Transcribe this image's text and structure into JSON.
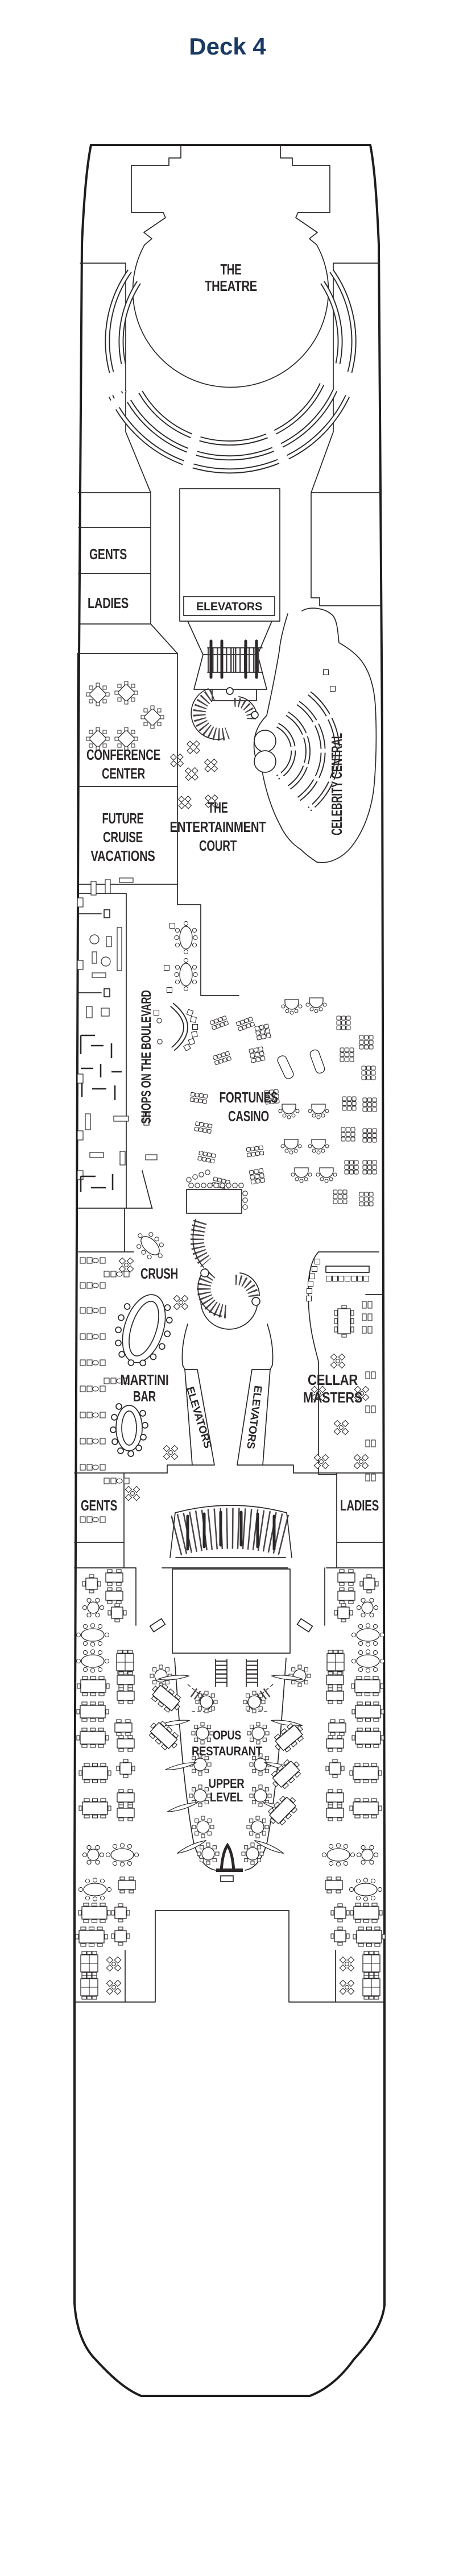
{
  "page": {
    "title": "Deck 4",
    "title_color": "#1b3a63",
    "ink_color": "#2b2728",
    "background": "#ffffff"
  },
  "areas": {
    "theatre": [
      "THE",
      "THEATRE"
    ],
    "gents_forward": "GENTS",
    "ladies_forward": "LADIES",
    "elevators_forward": "ELEVATORS",
    "conference_center": [
      "CONFERENCE",
      "CENTER"
    ],
    "future_cruise_vacations": [
      "FUTURE",
      "CRUISE",
      "VACATIONS"
    ],
    "entertainment_court": [
      "THE",
      "ENTERTAINMENT",
      "COURT"
    ],
    "celebrity_central": "CELEBRITY CENTRAL",
    "shops_on_the_boulevard": "SHOPS ON THE BOULEVARD",
    "fortunes_casino": [
      "FORTUNES",
      "CASINO"
    ],
    "crush": "CRUSH",
    "martini_bar": [
      "MARTINI",
      "BAR"
    ],
    "cellar_masters": [
      "CELLAR",
      "MASTERS"
    ],
    "elevators_mid_left": "ELEVATORS",
    "elevators_mid_right": "ELEVATORS",
    "gents_mid": "GENTS",
    "ladies_mid": "LADIES",
    "opus_restaurant": [
      "OPUS",
      "RESTAURANT",
      "UPPER",
      "LEVEL"
    ]
  },
  "furniture": {
    "items": [
      [
        "conf8",
        172,
        1222
      ],
      [
        "conf8",
        222,
        1219
      ],
      [
        "conf8",
        268,
        1262
      ],
      [
        "conf8",
        172,
        1300
      ],
      [
        "conf8",
        222,
        1300
      ],
      [
        "xflower",
        340,
        1315
      ],
      [
        "xflower",
        311,
        1338
      ],
      [
        "xflower",
        371,
        1347
      ],
      [
        "xflower",
        337,
        1362
      ],
      [
        "xflower",
        325,
        1412
      ],
      [
        "xflower",
        372,
        1410
      ],
      [
        "t8oval",
        327,
        1650,
        90
      ],
      [
        "t8oval",
        327,
        1715,
        90
      ],
      [
        "t8oval",
        264,
        2192,
        45
      ],
      [
        "sq",
        303,
        1629
      ],
      [
        "sq",
        293,
        1703
      ],
      [
        "sq",
        298,
        1742
      ],
      [
        "sq",
        275,
        1782
      ],
      [
        "sq",
        573,
        1183
      ],
      [
        "sq",
        585,
        1212
      ],
      [
        "slots24",
        385,
        1800,
        -20
      ],
      [
        "slots24",
        431,
        1802,
        -20
      ],
      [
        "slots24",
        390,
        1862,
        -18
      ],
      [
        "slots24",
        349,
        1932,
        8
      ],
      [
        "slots24",
        357,
        1984,
        10
      ],
      [
        "slots24",
        363,
        2036,
        12
      ],
      [
        "slots24",
        388,
        2082,
        14
      ],
      [
        "slots24",
        448,
        2026,
        -8
      ],
      [
        "slots33",
        462,
        1816,
        -12
      ],
      [
        "slots33",
        452,
        1856,
        -12
      ],
      [
        "slots33",
        478,
        1930,
        -6
      ],
      [
        "slots33",
        452,
        2070,
        -10
      ],
      [
        "slots33",
        604,
        1800
      ],
      [
        "slots33",
        644,
        1834
      ],
      [
        "slots33",
        610,
        1856
      ],
      [
        "slots33",
        648,
        1888
      ],
      [
        "slots33",
        614,
        1942
      ],
      [
        "slots33",
        650,
        1944
      ],
      [
        "slots33",
        612,
        1996
      ],
      [
        "slots33",
        650,
        1998
      ],
      [
        "slots33",
        618,
        2054
      ],
      [
        "slots33",
        650,
        2054
      ],
      [
        "slots33",
        598,
        2106
      ],
      [
        "slots33",
        644,
        2110
      ],
      [
        "gametbl",
        513,
        1768
      ],
      [
        "gametbl",
        556,
        1765
      ],
      [
        "gametbl",
        508,
        1952
      ],
      [
        "gametbl",
        560,
        1952
      ],
      [
        "gametbl",
        512,
        2014
      ],
      [
        "gametbl",
        560,
        2014
      ],
      [
        "gametbl",
        530,
        2064
      ],
      [
        "gametbl",
        574,
        2064
      ],
      [
        "longtbl",
        502,
        1878,
        -25
      ],
      [
        "longtbl",
        558,
        1868,
        -20
      ],
      [
        "stool",
        336,
        2086
      ],
      [
        "stool",
        347,
        2086
      ],
      [
        "stool",
        358,
        2086
      ],
      [
        "stool",
        369,
        2086
      ],
      [
        "stool",
        380,
        2086
      ],
      [
        "stool",
        391,
        2086
      ],
      [
        "stool",
        402,
        2086
      ],
      [
        "stool",
        413,
        2086
      ],
      [
        "stool",
        424,
        2086
      ],
      [
        "stool",
        332,
        2076
      ],
      [
        "stool",
        343,
        2071
      ],
      [
        "stool",
        354,
        2067
      ],
      [
        "stool",
        365,
        2063
      ],
      [
        "stool",
        431,
        2100
      ],
      [
        "stool",
        431,
        2112
      ],
      [
        "stool",
        431,
        2124
      ],
      [
        "stool",
        280,
        1796
      ],
      [
        "stool",
        281,
        1833
      ],
      [
        "sq",
        334,
        1782,
        20
      ],
      [
        "sq",
        340,
        1794,
        10
      ],
      [
        "sq",
        343,
        1807
      ],
      [
        "sq",
        342,
        1820,
        -10
      ],
      [
        "sq",
        337,
        1833,
        -20
      ],
      [
        "sq",
        329,
        1843,
        -30
      ],
      [
        "sq",
        578,
        2250
      ],
      [
        "sq",
        589,
        2250
      ],
      [
        "sq",
        600,
        2250
      ],
      [
        "sq",
        611,
        2250
      ],
      [
        "sq",
        622,
        2250
      ],
      [
        "sq",
        633,
        2250
      ],
      [
        "sq",
        644,
        2250
      ],
      [
        "sq",
        558,
        2220
      ],
      [
        "sq",
        553,
        2233
      ],
      [
        "sq",
        549,
        2246
      ],
      [
        "sq",
        546,
        2259
      ],
      [
        "sq",
        544,
        2272
      ],
      [
        "sq",
        543,
        2285
      ],
      [
        "t2x2",
        222,
        2226
      ],
      [
        "t2x2",
        318,
        2292
      ],
      [
        "t2x2",
        233,
        2628
      ],
      [
        "t2x2",
        300,
        2556
      ],
      [
        "t2x2",
        594,
        2395
      ],
      [
        "t2x2",
        560,
        2452
      ],
      [
        "t2x2",
        636,
        2452
      ],
      [
        "t2x2",
        600,
        2512
      ],
      [
        "t2x2",
        565,
        2572
      ],
      [
        "t2x2",
        635,
        2572
      ],
      [
        "t2x2",
        200,
        3456
      ],
      [
        "t2x2",
        610,
        3456
      ],
      [
        "t2x2",
        200,
        3497
      ],
      [
        "t2x2",
        610,
        3497
      ],
      [
        "t8r",
        605,
        2325,
        90
      ],
      [
        "sofa",
        163,
        2218
      ],
      [
        "sofa",
        163,
        2262
      ],
      [
        "sofa",
        163,
        2306
      ],
      [
        "sofa",
        163,
        2352
      ],
      [
        "sofa",
        163,
        2398
      ],
      [
        "sofa",
        163,
        2444
      ],
      [
        "sofa",
        163,
        2490
      ],
      [
        "sofa",
        163,
        2536
      ],
      [
        "sofa",
        163,
        2582
      ],
      [
        "sofa",
        163,
        2674
      ],
      [
        "sofa",
        205,
        2242
      ],
      [
        "sofa",
        205,
        2430
      ],
      [
        "sofa",
        205,
        2606
      ],
      [
        "bench2",
        646,
        2296
      ],
      [
        "bench2",
        646,
        2318
      ],
      [
        "bench2",
        646,
        2340
      ],
      [
        "bench2",
        652,
        2420
      ],
      [
        "bench2",
        652,
        2480
      ],
      [
        "bench2",
        652,
        2540
      ],
      [
        "bench2",
        652,
        2600
      ],
      [
        "t8round",
        363,
        2995
      ],
      [
        "t8round",
        356,
        3050
      ],
      [
        "t8round",
        352,
        3105
      ],
      [
        "t8round",
        352,
        3160
      ],
      [
        "t8round",
        357,
        3215
      ],
      [
        "t8round",
        366,
        3262
      ],
      [
        "t8round",
        447,
        2995
      ],
      [
        "t8round",
        454,
        3050
      ],
      [
        "t8round",
        458,
        3105
      ],
      [
        "t8round",
        458,
        3160
      ],
      [
        "t8round",
        453,
        3215
      ],
      [
        "t8round",
        444,
        3262
      ],
      [
        "t8round",
        283,
        2949
      ],
      [
        "t8round",
        527,
        2949
      ],
      [
        "leaf",
        305,
        2952,
        -6
      ],
      [
        "leaf",
        306,
        3032,
        -9
      ],
      [
        "leaf",
        318,
        3108,
        -13
      ],
      [
        "leaf",
        321,
        3180,
        -17
      ],
      [
        "leaf",
        337,
        3250,
        -24
      ],
      [
        "leaf",
        505,
        2952,
        6
      ],
      [
        "leaf",
        504,
        3032,
        9
      ],
      [
        "leaf",
        492,
        3108,
        13
      ],
      [
        "leaf",
        489,
        3180,
        17
      ],
      [
        "leaf",
        473,
        3250,
        24
      ],
      [
        "t8r",
        508,
        3058,
        -40
      ],
      [
        "t8r",
        503,
        3122,
        -43
      ],
      [
        "t8r",
        497,
        3186,
        -46
      ],
      [
        "t8r",
        292,
        2988,
        40
      ],
      [
        "t8r",
        288,
        3054,
        43
      ],
      [
        "t4s",
        161,
        2787
      ],
      [
        "t4r",
        201,
        2776
      ],
      [
        "t4r",
        201,
        2808
      ],
      [
        "t6round",
        164,
        2829
      ],
      [
        "t4s",
        206,
        2838
      ],
      [
        "t8oval",
        163,
        2877
      ],
      [
        "t8grid",
        220,
        2925
      ],
      [
        "t8oval",
        163,
        2923
      ],
      [
        "t8r",
        164,
        2967
      ],
      [
        "t4r",
        221,
        2956
      ],
      [
        "t4r",
        221,
        2984
      ],
      [
        "t8r",
        163,
        3012
      ],
      [
        "t4r",
        217,
        3040
      ],
      [
        "t8r",
        163,
        3058
      ],
      [
        "t4r",
        221,
        3068
      ],
      [
        "t8r",
        167,
        3120
      ],
      [
        "t4s",
        221,
        3112
      ],
      [
        "t8r",
        167,
        3182
      ],
      [
        "t4r",
        221,
        3163
      ],
      [
        "t4r",
        221,
        3190
      ],
      [
        "t6round",
        164,
        3264
      ],
      [
        "t8oval",
        215,
        3264
      ],
      [
        "t8oval",
        167,
        3325
      ],
      [
        "t4r",
        223,
        3317
      ],
      [
        "t8r",
        166,
        3366
      ],
      [
        "t4s",
        212,
        3366
      ],
      [
        "t8r",
        161,
        3408
      ],
      [
        "t4s",
        212,
        3407
      ],
      [
        "t8grid",
        157,
        3455
      ],
      [
        "t8grid",
        157,
        3497
      ],
      [
        "t4s",
        649,
        2787
      ],
      [
        "t4r",
        609,
        2776
      ],
      [
        "t4r",
        609,
        2808
      ],
      [
        "t6round",
        646,
        2829
      ],
      [
        "t4s",
        604,
        2838
      ],
      [
        "t8oval",
        647,
        2877
      ],
      [
        "t8grid",
        590,
        2925
      ],
      [
        "t8oval",
        647,
        2923
      ],
      [
        "t8r",
        646,
        2967
      ],
      [
        "t4r",
        589,
        2956
      ],
      [
        "t4r",
        589,
        2984
      ],
      [
        "t8r",
        647,
        3012
      ],
      [
        "t4r",
        593,
        3040
      ],
      [
        "t8r",
        647,
        3058
      ],
      [
        "t4r",
        589,
        3068
      ],
      [
        "t8r",
        643,
        3120
      ],
      [
        "t4s",
        589,
        3112
      ],
      [
        "t8r",
        643,
        3182
      ],
      [
        "t4r",
        589,
        3163
      ],
      [
        "t4r",
        589,
        3190
      ],
      [
        "t6round",
        646,
        3264
      ],
      [
        "t8oval",
        595,
        3264
      ],
      [
        "t8oval",
        643,
        3325
      ],
      [
        "t4r",
        587,
        3317
      ],
      [
        "t8r",
        644,
        3366
      ],
      [
        "t4s",
        598,
        3366
      ],
      [
        "t8r",
        649,
        3408
      ],
      [
        "t4s",
        598,
        3407
      ],
      [
        "t8grid",
        653,
        3455
      ],
      [
        "t8grid",
        653,
        3497
      ]
    ]
  }
}
